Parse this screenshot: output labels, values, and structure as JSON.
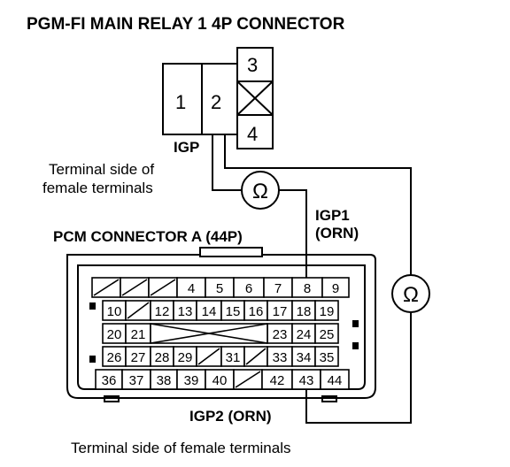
{
  "title": "PGM-FI MAIN RELAY 1 4P CONNECTOR",
  "relay": {
    "pins": [
      "1",
      "2",
      "3",
      "4"
    ],
    "pin2_label": "IGP",
    "terminal_note": [
      "Terminal side of",
      "female terminals"
    ]
  },
  "meter_symbol": "Ω",
  "pcm": {
    "title": "PCM CONNECTOR A (44P)",
    "igp1_label": [
      "IGP1",
      "(ORN)"
    ],
    "igp2_label": "IGP2 (ORN)",
    "rows": [
      [
        "",
        "",
        "",
        "4",
        "5",
        "6",
        "7",
        "8",
        "9"
      ],
      [
        "10",
        "",
        "12",
        "13",
        "14",
        "15",
        "16",
        "17",
        "18",
        "19"
      ],
      [
        "20",
        "21",
        "",
        "",
        "",
        "",
        "",
        "23",
        "24",
        "25"
      ],
      [
        "26",
        "27",
        "28",
        "29",
        "",
        "31",
        "",
        "33",
        "34",
        "35"
      ],
      [
        "36",
        "37",
        "38",
        "39",
        "40",
        "",
        "42",
        "43",
        "44"
      ]
    ],
    "footer": "Terminal side of female terminals"
  },
  "colors": {
    "ink": "#000000",
    "paper": "#ffffff"
  }
}
